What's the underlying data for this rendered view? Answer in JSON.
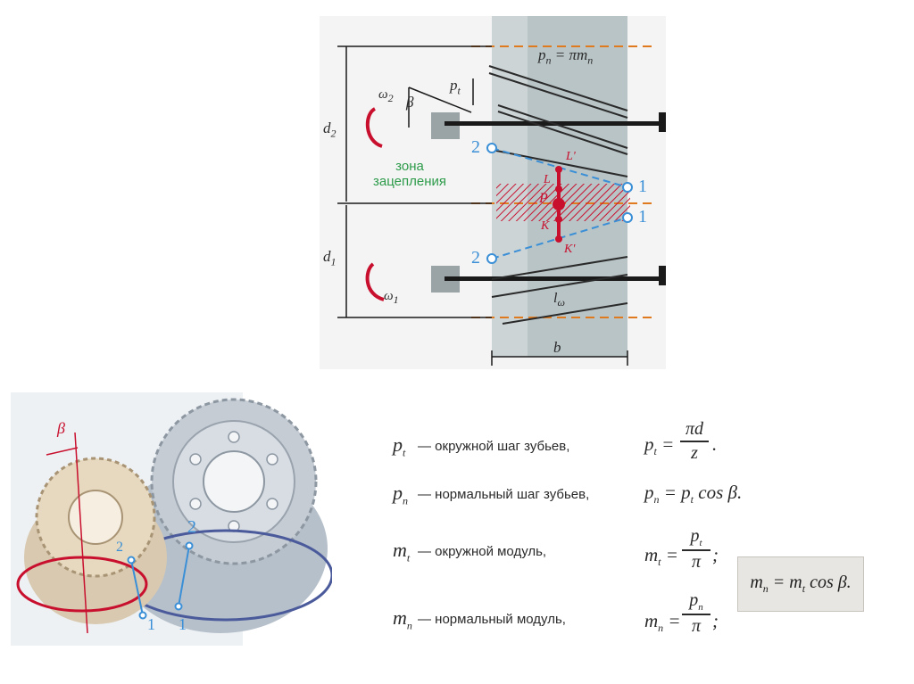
{
  "diagram": {
    "pn_label": "p",
    "pn_sub": "n",
    "pn_eq": " = πm",
    "pn_eq_sub": "n",
    "pt_label": "p",
    "pt_sub": "t",
    "omega2": "ω",
    "omega2_sub": "2",
    "omega1": "ω",
    "omega1_sub": "1",
    "beta": "β",
    "d2": "d",
    "d2_sub": "2",
    "d1": "d",
    "d1_sub": "1",
    "zone_line1": "зона",
    "zone_line2": "зацепления",
    "point_L1": "L'",
    "point_L": "L",
    "point_P": "P",
    "point_K": "K",
    "point_K1": "K'",
    "mark_2_top": "2",
    "mark_2_bottom": "2",
    "mark_1_top": "1",
    "mark_1_bottom": "1",
    "lw": "l",
    "lw_sub": "ω",
    "b": "b"
  },
  "gears": {
    "beta": "β",
    "mark_2_left": "2",
    "mark_2_right": "2",
    "mark_1_left": "1",
    "mark_1_right": "1"
  },
  "formulas": [
    {
      "symbol": "p",
      "symbol_sub": "t",
      "description": "— окружной шаг зубьев,",
      "lhs": "p",
      "lhs_sub": "t",
      "numerator": "πd",
      "denominator": "z",
      "tail": "."
    },
    {
      "symbol": "p",
      "symbol_sub": "n",
      "description": "— нормальный шаг зубьев,",
      "expression": "p",
      "expression_sub": "n",
      "expression_rest": " = p",
      "expression_rest_sub": "t",
      "expression_end": " cos β."
    },
    {
      "symbol": "m",
      "symbol_sub": "t",
      "description": "— окружной модуль,",
      "lhs": "m",
      "lhs_sub": "t",
      "numerator": "p",
      "numerator_sub": "t",
      "denominator": "π",
      "tail": ";"
    },
    {
      "symbol": "m",
      "symbol_sub": "n",
      "description": "— нормальный модуль,",
      "lhs": "m",
      "lhs_sub": "n",
      "numerator": "p",
      "numerator_sub": "n",
      "denominator": "π",
      "tail": ";"
    }
  ],
  "boxed": {
    "lhs": "m",
    "lhs_sub": "n",
    "mid": " = m",
    "mid_sub": "t",
    "end": " cos β."
  },
  "colors": {
    "accent_blue": "#3a8fd6",
    "accent_red": "#c8102e",
    "orange_axis": "#e07a1f",
    "zone_text": "#2d9b4a"
  }
}
